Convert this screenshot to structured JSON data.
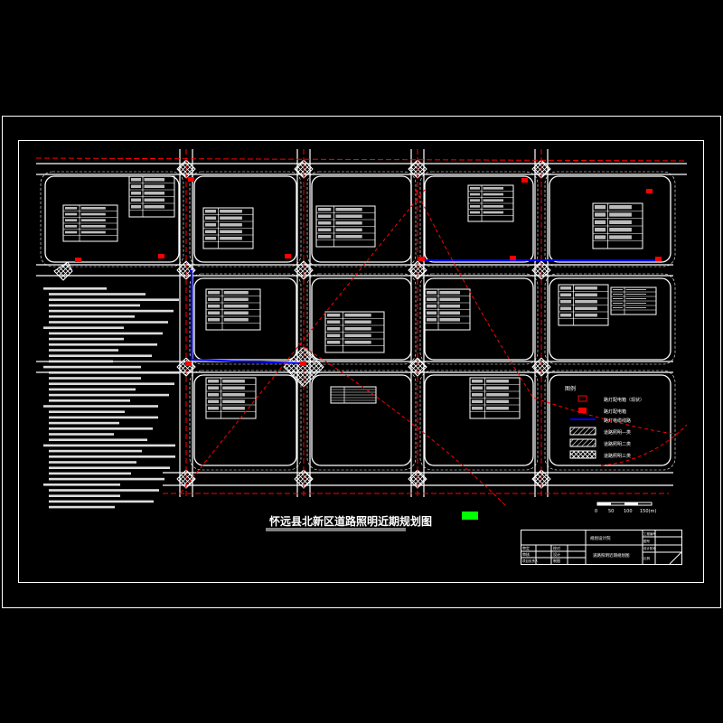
{
  "drawing": {
    "title": "怀远县北新区道路照明近期规划图",
    "green_tag": "",
    "legend": {
      "header": "图例",
      "items": [
        {
          "symbol": "box-outline",
          "label": "路灯配电箱（现状）"
        },
        {
          "symbol": "box-filled",
          "label": "路灯配电箱"
        },
        {
          "symbol": "blue-line",
          "label": "路灯电缆线路"
        },
        {
          "symbol": "hatch-1",
          "label": "道路照明—类"
        },
        {
          "symbol": "hatch-2",
          "label": "道路照明二类"
        },
        {
          "symbol": "hatch-3",
          "label": "道路照明三类"
        }
      ]
    },
    "scale_bar": [
      "0",
      "50",
      "100",
      "150(m)"
    ],
    "title_block": {
      "company": "规划设计院",
      "drawing_name": "道路照明近期规划图",
      "rows": [
        "审定",
        "审核",
        "项目负责人"
      ],
      "cols2": [
        "校对",
        "设计",
        "制图"
      ],
      "right_labels": [
        "工程编号",
        "图号",
        "设计阶段",
        "比例"
      ]
    },
    "colors": {
      "line": "#ffffff",
      "red": "#ff0000",
      "blue": "#0000ff",
      "green": "#00ff00"
    }
  }
}
